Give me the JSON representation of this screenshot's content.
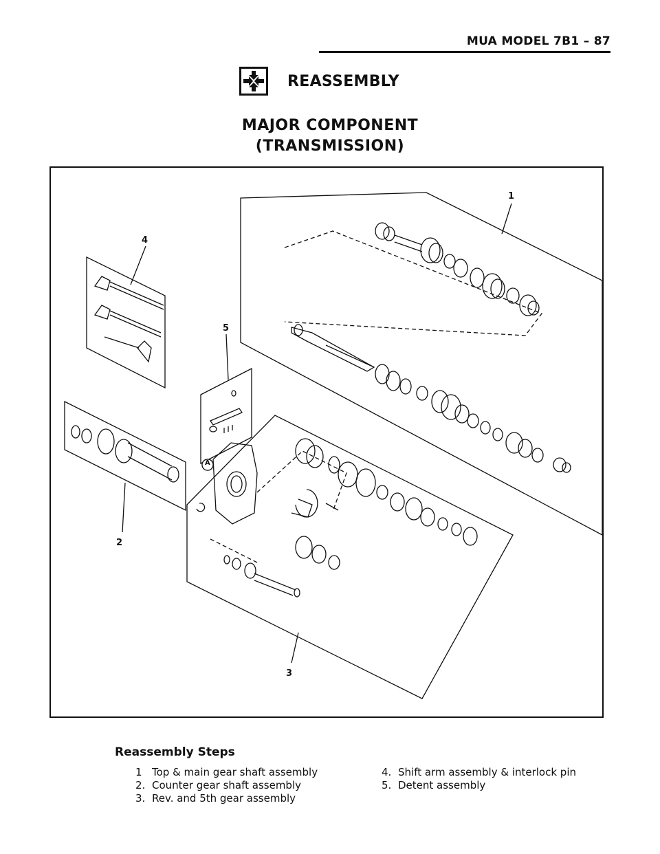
{
  "header": {
    "page_ref": "MUA MODEL  7B1 – 87"
  },
  "section": {
    "icon": "reassembly-arrows-icon",
    "title": "REASSEMBLY"
  },
  "component": {
    "line1": "MAJOR COMPONENT",
    "line2": "(TRANSMISSION)"
  },
  "diagram": {
    "callouts": [
      "1",
      "2",
      "3",
      "4",
      "5"
    ],
    "marker": "A"
  },
  "steps": {
    "heading": "Reassembly Steps",
    "left": [
      {
        "num": "1",
        "text": "Top & main gear shaft assembly"
      },
      {
        "num": "2.",
        "text": "Counter gear shaft assembly"
      },
      {
        "num": "3.",
        "text": "Rev. and 5th gear assembly"
      }
    ],
    "right": [
      {
        "num": "4.",
        "text": "Shift arm assembly & interlock pin"
      },
      {
        "num": "5.",
        "text": "Detent assembly"
      }
    ]
  }
}
